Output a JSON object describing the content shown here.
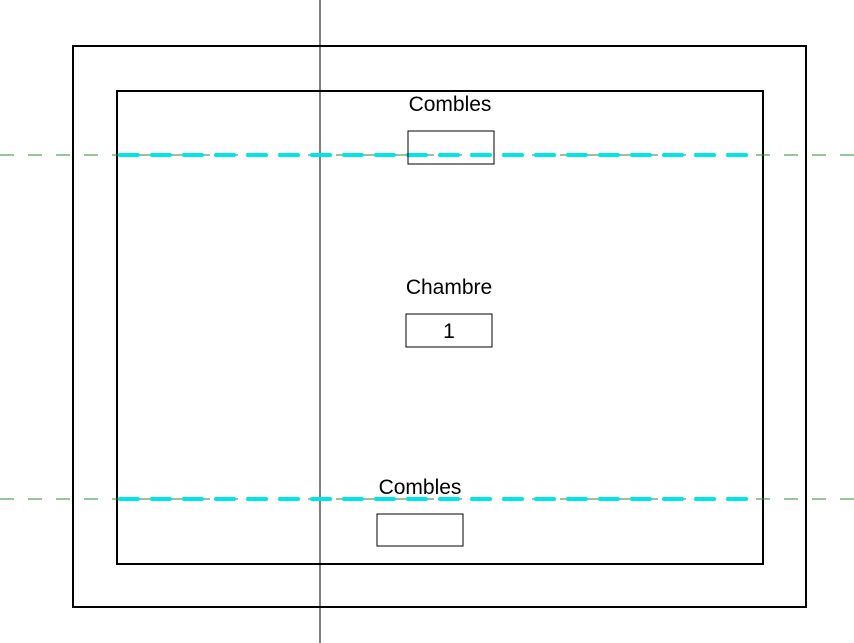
{
  "rooms": {
    "top_attic": {
      "name": "Combles",
      "number": ""
    },
    "bedroom": {
      "name": "Chambre",
      "number": "1"
    },
    "bottom_attic": {
      "name": "Combles",
      "number": ""
    }
  },
  "colors": {
    "wall": "#000000",
    "boundary_line": "#00e5e5",
    "level_line": "#2e8b2e",
    "background": "#ffffff"
  }
}
